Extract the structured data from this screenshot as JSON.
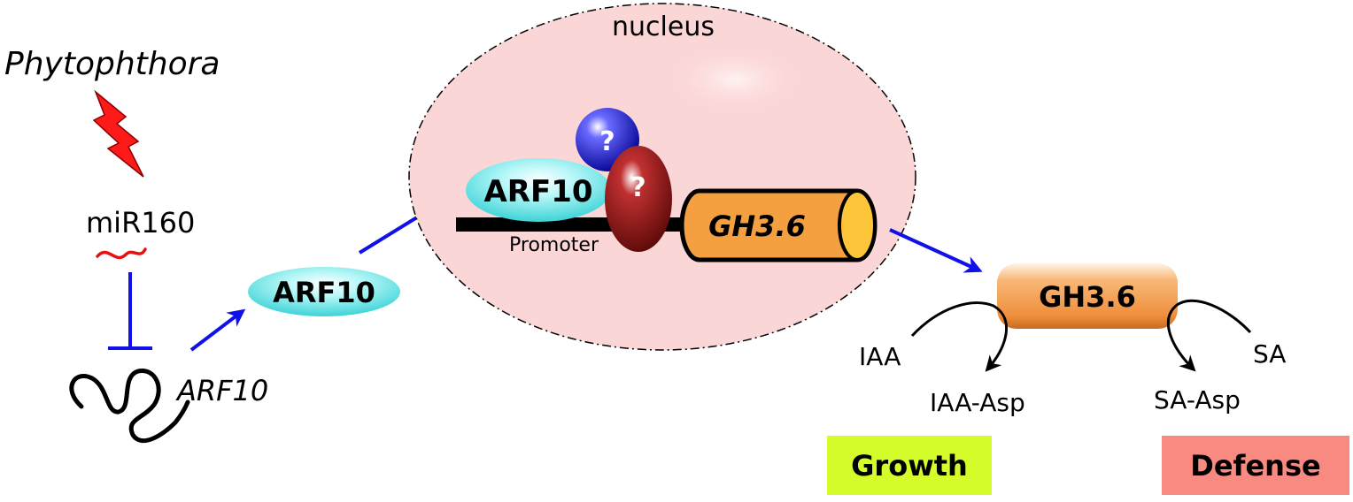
{
  "labels": {
    "pathogen": "Phytophthora",
    "mirna": "miR160",
    "arf10_gene": "ARF10",
    "arf10_protein": "ARF10",
    "nucleus": "nucleus",
    "nuclear_arf10": "ARF10",
    "unknown_factor_1": "?",
    "unknown_factor_2": "?",
    "promoter": "Promoter",
    "gh36_gene": "GH3.6",
    "gh36_protein": "GH3.6",
    "iaa": "IAA",
    "iaa_asp": "IAA-Asp",
    "sa": "SA",
    "sa_asp": "SA-Asp"
  },
  "outcomes": {
    "growth": "Growth",
    "defense": "Defense"
  },
  "colors": {
    "arrow_blue": "#1010e8",
    "lightning_red": "#ff1a1a",
    "mirna_red": "#e81010",
    "nucleus_fill": "#fbd6d6",
    "arf10_cyan": "#5fe8ea",
    "unknown_blue": "#1414c8",
    "unknown_red": "#8c1010",
    "gh36_orange": "#f5a040",
    "gh36_cap": "#fcc53a",
    "growth_box": "#d4fb2a",
    "defense_box": "#f98a82"
  },
  "icons": {
    "pathogen_attack": "lightning-bolt-icon",
    "inhibition": "inhibition-bar-icon",
    "mrna": "squiggle-mrna-icon",
    "gene": "cylinder-gene-icon"
  }
}
